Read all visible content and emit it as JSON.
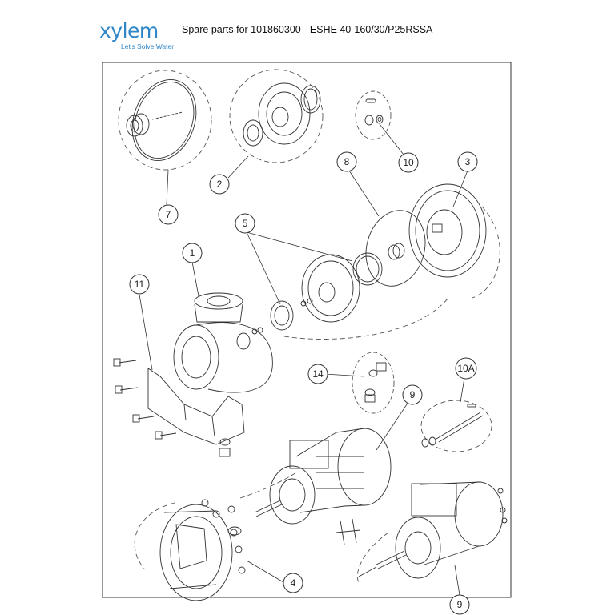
{
  "header": {
    "logo_text": "xylem",
    "logo_tagline": "Let's Solve Water",
    "title": "Spare parts for 101860300 - ESHE 40-160/30/P25RSSA"
  },
  "callouts": [
    {
      "id": "c1",
      "label": "1"
    },
    {
      "id": "c2",
      "label": "2"
    },
    {
      "id": "c3",
      "label": "3"
    },
    {
      "id": "c4",
      "label": "4"
    },
    {
      "id": "c5",
      "label": "5"
    },
    {
      "id": "c7",
      "label": "7"
    },
    {
      "id": "c8",
      "label": "8"
    },
    {
      "id": "c9a",
      "label": "9"
    },
    {
      "id": "c9b",
      "label": "9"
    },
    {
      "id": "c10",
      "label": "10"
    },
    {
      "id": "c10a",
      "label": "10A"
    },
    {
      "id": "c11",
      "label": "11"
    },
    {
      "id": "c14",
      "label": "14"
    }
  ],
  "colors": {
    "logo": "#2f86c8",
    "line": "#333333",
    "dash": "#555555"
  }
}
